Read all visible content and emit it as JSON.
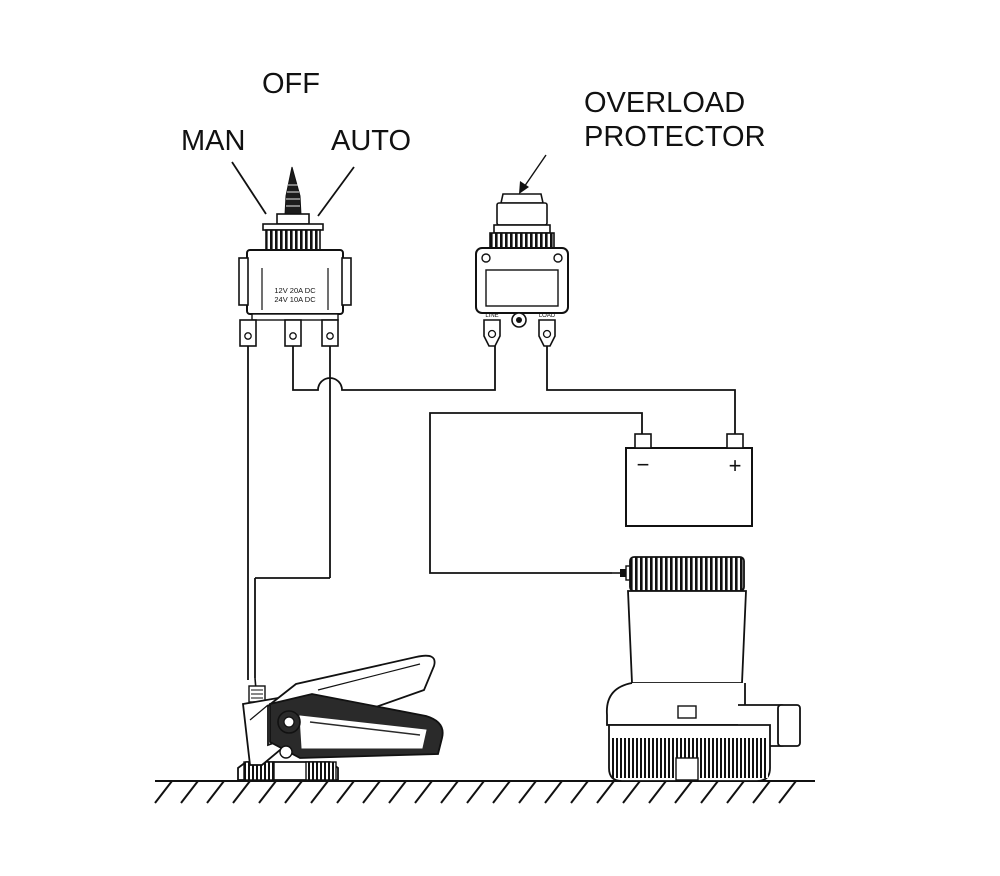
{
  "switch_positions": {
    "center": "OFF",
    "left": "MAN",
    "right": "AUTO"
  },
  "protector_label": {
    "line1": "OVERLOAD",
    "line2": "PROTECTOR"
  },
  "switch_rating": {
    "line1": "12V  20A  DC",
    "line2": "24V  10A  DC"
  },
  "protector_terminals": {
    "left": "LINE",
    "right": "LOAD"
  },
  "battery_terminals": {
    "negative": "−",
    "positive": "+"
  },
  "colors": {
    "ink": "#111111",
    "background": "#ffffff",
    "dark_fill": "#2a2a2a"
  }
}
